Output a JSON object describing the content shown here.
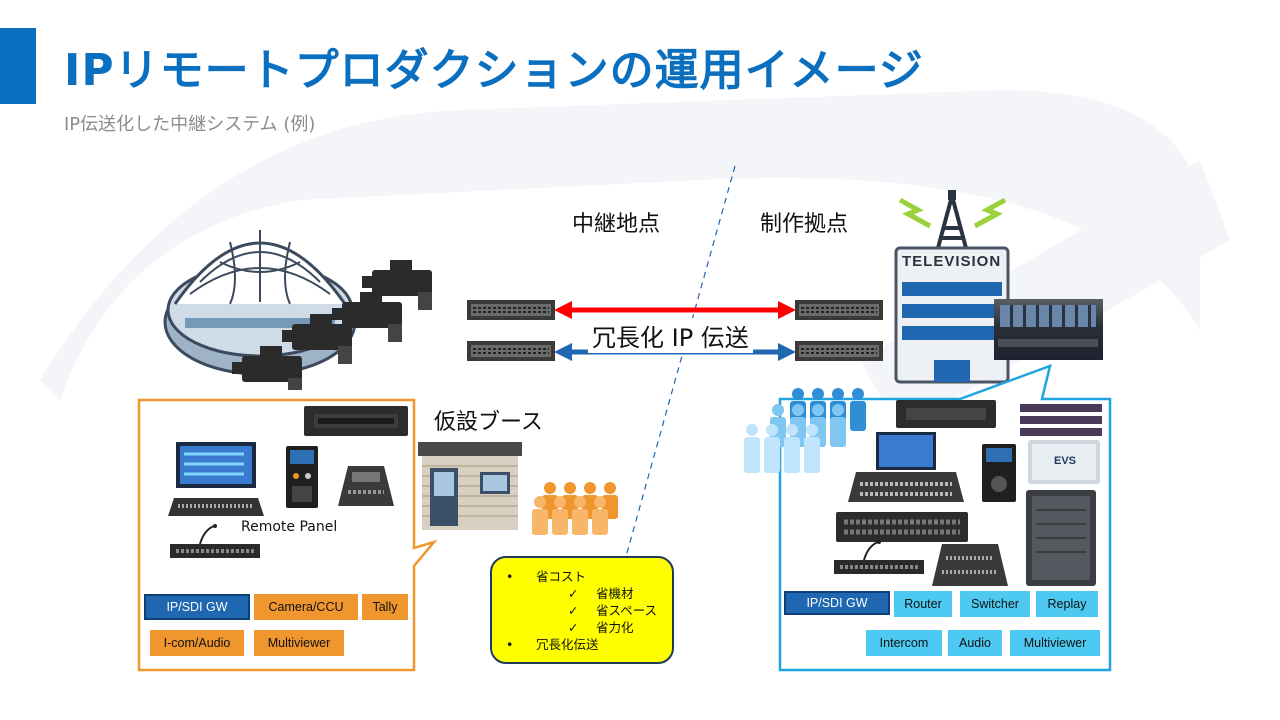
{
  "slide": {
    "title": "IPリモートプロダクションの運用イメージ",
    "subtitle": "IP伝送化した中継システム (例)"
  },
  "sites": {
    "relay": "中継地点",
    "production": "制作拠点"
  },
  "link": {
    "label": "冗長化 IP 伝送",
    "colors": {
      "primary": "#ff0000",
      "secondary": "#1f67b1"
    }
  },
  "booth": {
    "label": "仮設ブース"
  },
  "tv_sign": "TELEVISION",
  "evs_label": "EVS",
  "remote_panel": "Remote Panel",
  "left_tags": {
    "gw": "IP/SDI GW",
    "camera": "Camera/CCU",
    "tally": "Tally",
    "icom": "I-com/Audio",
    "multiviewer": "Multiviewer"
  },
  "right_tags": {
    "gw": "IP/SDI GW",
    "router": "Router",
    "switcher": "Switcher",
    "replay": "Replay",
    "intercom": "Intercom",
    "audio": "Audio",
    "multiviewer": "Multiviewer"
  },
  "benefits": {
    "item1": "省コスト",
    "sub1": "省機材",
    "sub2": "省スペース",
    "sub3": "省力化",
    "item2": "冗長化伝送"
  },
  "colors": {
    "accent": "#0b6fc0",
    "orange": "#f0962e",
    "cyan": "#4dc9f2",
    "gw_blue": "#1f67b1",
    "note_yellow": "#ffff00"
  }
}
